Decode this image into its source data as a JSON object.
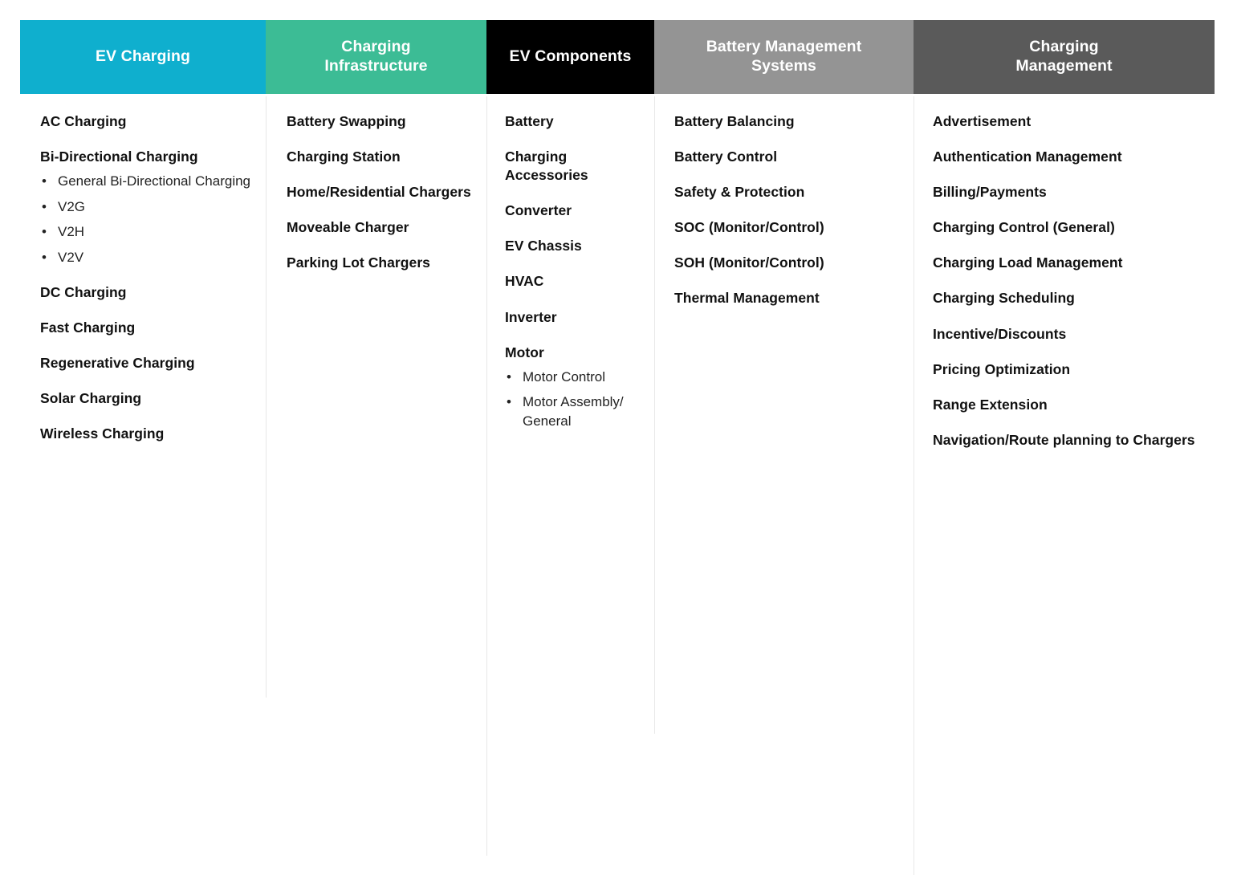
{
  "palette": {
    "header_cyan": "#0FAFCE",
    "header_green": "#3CBC95",
    "header_black": "#000000",
    "header_gray": "#949494",
    "header_darkgray": "#5A5A5A",
    "divider": "#e8e8e8",
    "text_dark": "#111111",
    "text_sub": "#222222",
    "header_text": "#ffffff",
    "background": "#ffffff"
  },
  "columns": [
    {
      "header": "EV Charging",
      "header_color": "#0FAFCE",
      "entries": [
        {
          "label": "AC Charging",
          "children": []
        },
        {
          "label": "Bi-Directional Charging",
          "children": [
            "General Bi-Directional Charging",
            "V2G",
            "V2H",
            "V2V"
          ]
        },
        {
          "label": "DC Charging",
          "children": []
        },
        {
          "label": "Fast Charging",
          "children": []
        },
        {
          "label": "Regenerative Charging",
          "children": []
        },
        {
          "label": "Solar Charging",
          "children": []
        },
        {
          "label": "Wireless Charging",
          "children": []
        }
      ]
    },
    {
      "header": "Charging\nInfrastructure",
      "header_color": "#3CBC95",
      "entries": [
        {
          "label": "Battery Swapping",
          "children": []
        },
        {
          "label": "Charging Station",
          "children": []
        },
        {
          "label": "Home/Residential Chargers",
          "children": []
        },
        {
          "label": "Moveable Charger",
          "children": []
        },
        {
          "label": "Parking Lot Chargers",
          "children": []
        }
      ]
    },
    {
      "header": "EV Components",
      "header_color": "#000000",
      "entries": [
        {
          "label": "Battery",
          "children": []
        },
        {
          "label": "Charging Accessories",
          "children": []
        },
        {
          "label": "Converter",
          "children": []
        },
        {
          "label": "EV Chassis",
          "children": []
        },
        {
          "label": "HVAC",
          "children": []
        },
        {
          "label": "Inverter",
          "children": []
        },
        {
          "label": "Motor",
          "children": [
            "Motor Control",
            "Motor Assembly/ General"
          ]
        }
      ]
    },
    {
      "header": "Battery Management\nSystems",
      "header_color": "#949494",
      "entries": [
        {
          "label": "Battery Balancing",
          "children": []
        },
        {
          "label": "Battery Control",
          "children": []
        },
        {
          "label": "Safety & Protection",
          "children": []
        },
        {
          "label": "SOC (Monitor/Control)",
          "children": []
        },
        {
          "label": "SOH (Monitor/Control)",
          "children": []
        },
        {
          "label": "Thermal Management",
          "children": []
        }
      ]
    },
    {
      "header": "Charging\nManagement",
      "header_color": "#5A5A5A",
      "entries": [
        {
          "label": "Advertisement",
          "children": []
        },
        {
          "label": "Authentication Management",
          "children": []
        },
        {
          "label": "Billing/Payments",
          "children": []
        },
        {
          "label": "Charging Control (General)",
          "children": []
        },
        {
          "label": "Charging Load Management",
          "children": []
        },
        {
          "label": "Charging Scheduling",
          "children": []
        },
        {
          "label": "Incentive/Discounts",
          "children": []
        },
        {
          "label": "Pricing Optimization",
          "children": []
        },
        {
          "label": "Range Extension",
          "children": []
        },
        {
          "label": "Navigation/Route planning to Chargers",
          "children": []
        }
      ]
    }
  ],
  "bullet_glyph": "•"
}
